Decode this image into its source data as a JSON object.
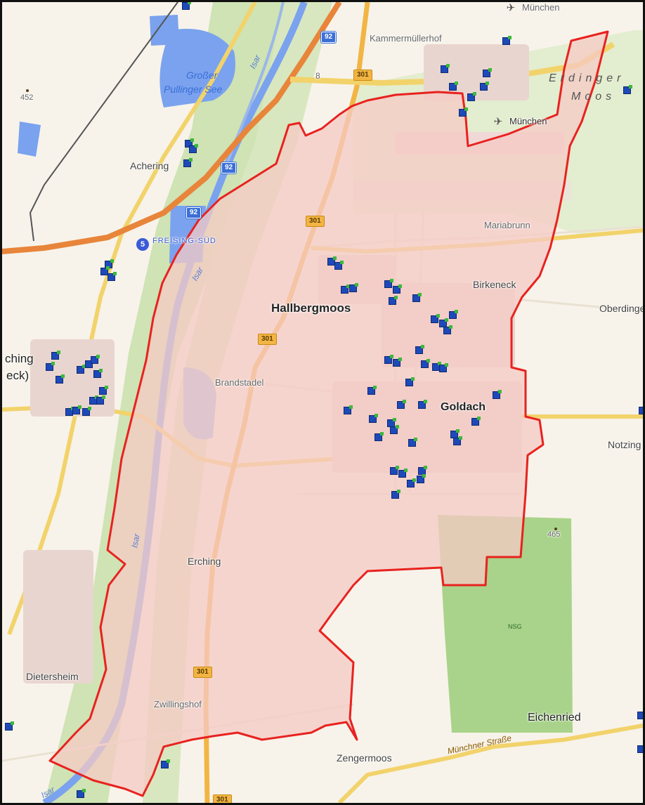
{
  "map": {
    "town_label": "Hallbergmoos",
    "place_labels": {
      "kammermuellerhof": "Kammermüllerhof",
      "muenchen_top": "München",
      "muenchen_airport": "München",
      "erdinger_moos_line1": "Erdinger",
      "erdinger_moos_line2": "Moos",
      "achering": "Achering",
      "grosser_pullinger_see_line1": "Großer",
      "grosser_pullinger_see_line2": "Pullinger See",
      "isar_north": "Isar",
      "isar_mid": "Isar",
      "isar_south": "Isar",
      "isar_bottom": "Isar",
      "freising_sued": "FREISING-SÜD",
      "mariabrunn": "Mariabrunn",
      "birkeneck": "Birkeneck",
      "oberdinge": "Oberdinge",
      "ching_eck_line1": "ching",
      "ching_eck_line2": "eck)",
      "brandstadel": "Brandstadel",
      "goldach": "Goldach",
      "notzing": "Notzing",
      "erching": "Erching",
      "nsg": "NSG",
      "dietersheim": "Dietersheim",
      "zwillingshof": "Zwillingshof",
      "eichenried": "Eichenried",
      "zengermoos": "Zengermoos",
      "muenchner_strasse": "Münchner Straße"
    },
    "road_shields": {
      "b301_a": "301",
      "b301_b": "301",
      "b301_c": "301",
      "b301_d": "301",
      "b301_e": "301",
      "a92_a": "92",
      "a92_b": "92",
      "a92_c": "92",
      "exit_5": "5",
      "route_8": "8"
    },
    "elevations": {
      "e452": "452",
      "e465": "465"
    },
    "colors": {
      "boundary": "#e8221f",
      "area_fill": "#f6c9c4",
      "water": "#7aa2ee",
      "forest": "#cfe3b4",
      "primary_road": "#f2b544",
      "motorway": "#e8853a",
      "poi": "#1e49b8"
    }
  }
}
